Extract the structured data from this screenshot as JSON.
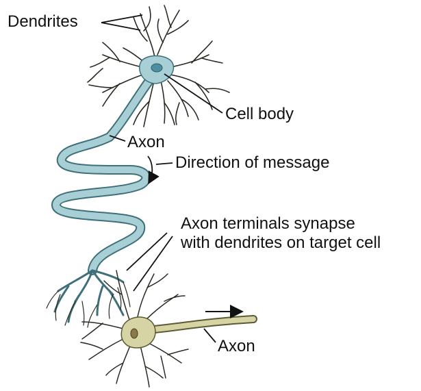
{
  "labels": {
    "dendrites": "Dendrites",
    "cell_body": "Cell body",
    "axon_upper": "Axon",
    "direction": "Direction of message",
    "terminals_line1": "Axon terminals synapse",
    "terminals_line2": "with dendrites on target cell",
    "axon_lower": "Axon"
  },
  "colors": {
    "upper_neuron": "#a8cfd6",
    "upper_neuron_outline": "#3f6f78",
    "nucleus": "#4d8fa0",
    "lower_neuron": "#d6d4a4",
    "lower_neuron_outline": "#5c5a32",
    "lower_nucleus": "#8a7a4a",
    "dendrite_stroke": "#2a2a22",
    "label_text": "#111111",
    "leader_line": "#111111"
  }
}
